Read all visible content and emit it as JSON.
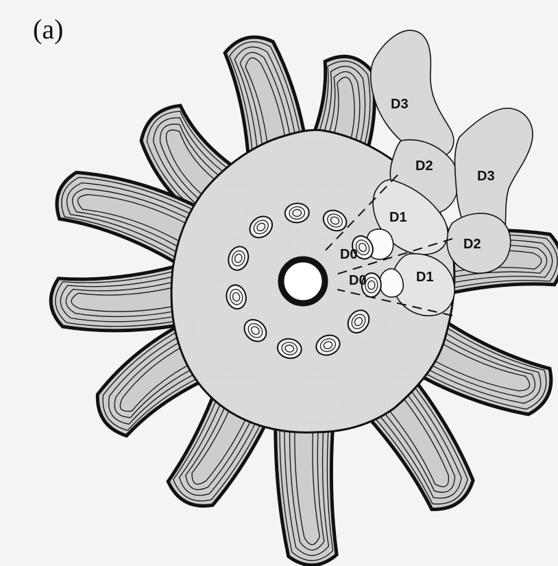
{
  "figure": {
    "panel_label": "(a)",
    "colors": {
      "background": "#f4f4f2",
      "core_fill": "#dcdcdc",
      "arm_fill": "#cfcfcf",
      "outline": "#111111"
    },
    "domain_labels": {
      "upper": {
        "d3": "D3",
        "d2": "D2",
        "d1": "D1",
        "d0": "D0"
      },
      "lower": {
        "d3": "D3",
        "d2": "D2",
        "d1": "D1",
        "d0": "D0"
      }
    }
  }
}
